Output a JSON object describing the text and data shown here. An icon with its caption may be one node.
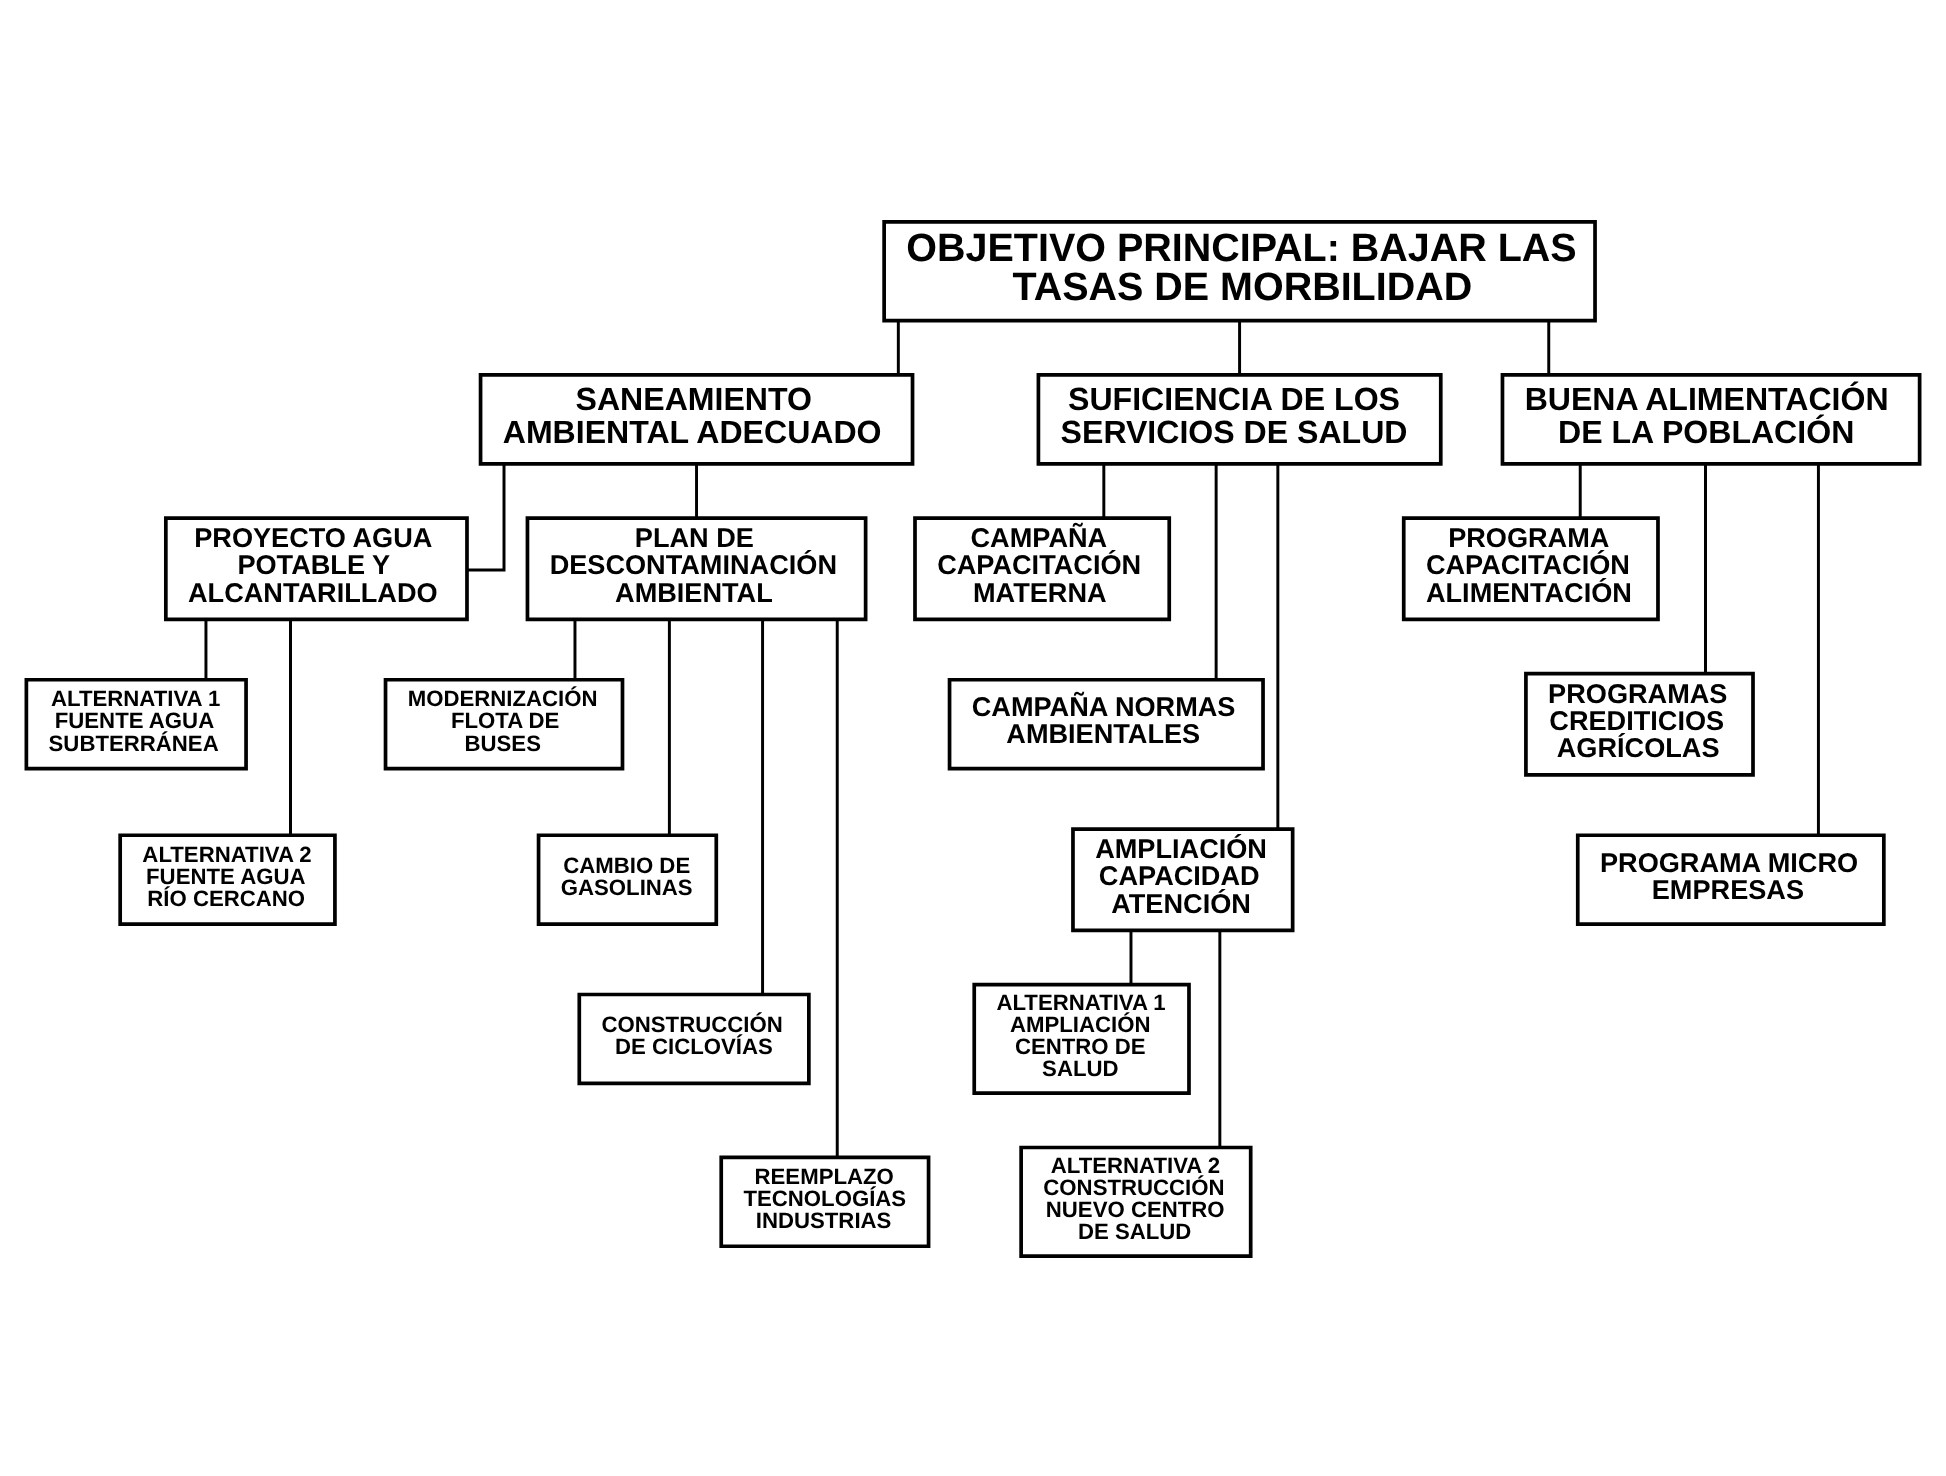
{
  "diagram": {
    "nodes": [
      {
        "text": [
          "OBJETIVO PRINCIPAL: BAJAR LAS TASAS DE MORBILIDAD"
        ]
      },
      {
        "text": [
          "SANEAMIENTO AMBIENTAL ADECUADO"
        ]
      },
      {
        "text": [
          "SUFICIENCIA DE LOS SERVICIOS DE SALUD"
        ]
      },
      {
        "text": [
          "BUENA ALIMENTACIÓN DE LA POBLACIÓN"
        ]
      },
      {
        "text": [
          "PROYECTO AGUA POTABLE Y ALCANTARILLADO"
        ]
      },
      {
        "text": [
          "PLAN DE DESCONTAMINACIÓN AMBIENTAL"
        ]
      },
      {
        "text": [
          "ALTERNATIVA 1 FUENTE AGUA SUBTERRÁNEA"
        ]
      },
      {
        "text": [
          "ALTERNATIVA 2 FUENTE AGUA RÍO CERCANO"
        ]
      },
      {
        "text": [
          "MODERNIZACIÓN FLOTA DE BUSES"
        ]
      },
      {
        "text": [
          "CAMBIO DE GASOLINAS"
        ]
      },
      {
        "text": [
          "CONSTRUCCIÓN DE CICLOVÍAS"
        ]
      },
      {
        "text": [
          "REEMPLAZO TECNOLOGÍAS INDUSTRIAS"
        ]
      },
      {
        "text": [
          "CAMPAÑA CAPACITACIÓN MATERNA"
        ]
      },
      {
        "text": [
          "CAMPAÑA NORMAS AMBIENTALES"
        ]
      },
      {
        "text": [
          "AMPLIACIÓN CAPACIDAD ATENCIÓN"
        ]
      },
      {
        "text": [
          "ALTERNATIVA 1 AMPLIACIÓN CENTRO DE SALUD"
        ]
      },
      {
        "text": [
          "ALTERNATIVA 2 CONSTRUCCIÓN NUEVO CENTRO DE SALUD"
        ]
      },
      {
        "text": [
          "PROGRAMA CAPACITACIÓN ALIMENTACIÓN"
        ]
      },
      {
        "text": [
          "PROGRAMAS CREDITICIOS AGRÍCOLAS"
        ]
      },
      {
        "text": [
          "PROGRAMA MICRO EMPRESAS"
        ]
      }
    ],
    "edges": [
      {
        "from": 0,
        "to": 1,
        "arrow": "none"
      },
      {
        "from": 0,
        "to": 2,
        "arrow": "none"
      },
      {
        "from": 0,
        "to": 3,
        "arrow": "none"
      },
      {
        "from": 1,
        "to": 4,
        "arrow": "none"
      },
      {
        "from": 1,
        "to": 5,
        "arrow": "none"
      },
      {
        "from": 4,
        "to": 6,
        "arrow": "none"
      },
      {
        "from": 4,
        "to": 7,
        "arrow": "none"
      },
      {
        "from": 5,
        "to": 8,
        "arrow": "none"
      },
      {
        "from": 5,
        "to": 9,
        "arrow": "none"
      },
      {
        "from": 5,
        "to": 10,
        "arrow": "none"
      },
      {
        "from": 5,
        "to": 11,
        "arrow": "none"
      },
      {
        "from": 2,
        "to": 12,
        "arrow": "none"
      },
      {
        "from": 2,
        "to": 13,
        "arrow": "none"
      },
      {
        "from": 2,
        "to": 14,
        "arrow": "none"
      },
      {
        "from": 14,
        "to": 15,
        "arrow": "none"
      },
      {
        "from": 14,
        "to": 16,
        "arrow": "none"
      },
      {
        "from": 3,
        "to": 17,
        "arrow": "none"
      },
      {
        "from": 3,
        "to": 18,
        "arrow": "none"
      },
      {
        "from": 3,
        "to": 19,
        "arrow": "none"
      }
    ]
  }
}
